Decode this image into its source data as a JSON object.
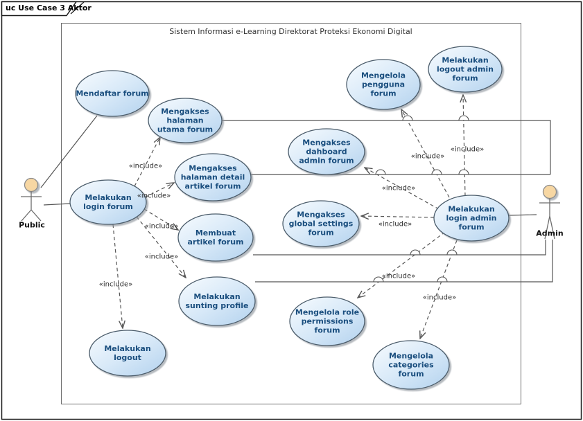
{
  "frame": {
    "tab_label": "uc Use Case 3 Aktor"
  },
  "system_boundary": {
    "title": "Sistem Informasi e-Learning Direktorat Proteksi Ekonomi Digital"
  },
  "actors": [
    {
      "name": "Public"
    },
    {
      "name": "Admin"
    }
  ],
  "usecases": [
    {
      "label": "Mendaftar forum"
    },
    {
      "label": "Mengakses halaman utama forum"
    },
    {
      "label": "Mengakses halaman detail artikel forum"
    },
    {
      "label": "Melakukan login forum"
    },
    {
      "label": "Membuat artikel forum"
    },
    {
      "label": "Melakukan sunting profile"
    },
    {
      "label": "Melakukan logout"
    },
    {
      "label": "Mengelola pengguna forum"
    },
    {
      "label": "Melakukan logout admin forum"
    },
    {
      "label": "Mengakses dahboard admin forum"
    },
    {
      "label": "Mengakses global settings forum"
    },
    {
      "label": "Melakukan login admin forum"
    },
    {
      "label": "Mengelola role permissions forum"
    },
    {
      "label": "Mengelola categories forum"
    }
  ],
  "edges": {
    "stereotype_label": "«include»"
  },
  "colors": {
    "usecase_fill_light": "#f6fafd",
    "usecase_fill_dark": "#b3d2ee",
    "usecase_border": "#4b5c6b",
    "usecase_text": "#1a4e7e",
    "connector": "#555555",
    "actor_head_fill": "#f7d7a3",
    "frame_border": "#000000"
  }
}
